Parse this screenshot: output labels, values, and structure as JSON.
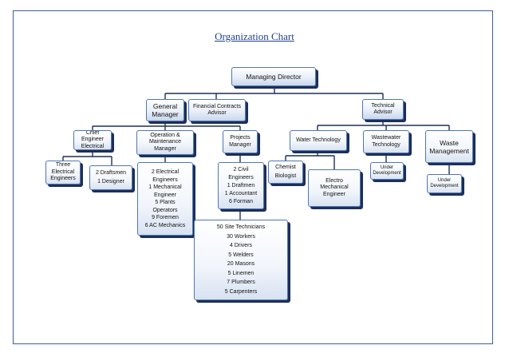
{
  "title": "Organization Chart",
  "nodes": {
    "md": "Managing Director",
    "gm": [
      "General",
      "Manager"
    ],
    "fca": [
      "Financial Contracts",
      "Advisor"
    ],
    "ta": [
      "Technical",
      "Advisor"
    ],
    "ce": [
      "Chief",
      "Engineer",
      "Electrical"
    ],
    "om": [
      "Operation &",
      "Maintenance",
      "Manager"
    ],
    "pm": [
      "Projects",
      "Manager"
    ],
    "wt": [
      "Water Technology"
    ],
    "ww": [
      "Wastewater",
      "Technology"
    ],
    "wm": [
      "Waste",
      "Management"
    ],
    "tee": [
      "Three",
      "Electrical",
      "Engineers"
    ],
    "dd": [
      "2 Draftsmen",
      "1 Designer"
    ],
    "omstaff": [
      "2 Electrical",
      "Engineers",
      "1 Mechanical",
      "Engineer",
      "5 Plants",
      "Operators",
      "9 Foremen",
      "6 AC Mechanics"
    ],
    "pmstaff": [
      "2 Civil",
      "Engineers",
      "1 Draftmen",
      "1 Accountant",
      "6 Forman"
    ],
    "workers": [
      "50 Site Technicians",
      "30 Workers",
      "4 Drivers",
      "5 Welders",
      "20 Masons",
      "5 Linemen",
      "7 Plumbers",
      "5 Carpenters"
    ],
    "cb": [
      "Chemist",
      "Biologist"
    ],
    "eme": [
      "Electro",
      "Mechanical",
      "Engineer"
    ],
    "ud1": [
      "Under",
      "Development"
    ],
    "ud2": [
      "Under",
      "Development"
    ]
  }
}
